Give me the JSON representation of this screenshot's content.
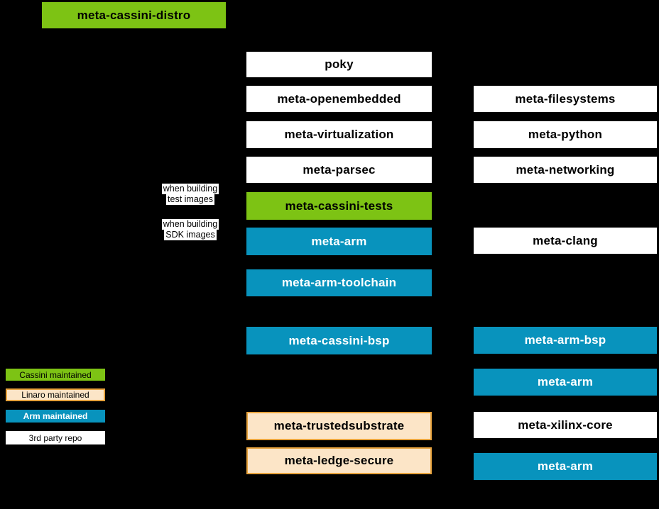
{
  "colors": {
    "background": "#000000",
    "cassini_green": "#7DC314",
    "arm_blue": "#0893BD",
    "linaro_fill": "#FCE5C7",
    "linaro_border": "#E8A33D",
    "box_white": "#FFFFFF"
  },
  "diagram": {
    "root": {
      "label": "meta-cassini-distro",
      "maintainer": "cassini"
    },
    "middle_column": [
      {
        "label": "poky",
        "maintainer": "3rd-party"
      },
      {
        "label": "meta-openembedded",
        "maintainer": "3rd-party"
      },
      {
        "label": "meta-virtualization",
        "maintainer": "3rd-party"
      },
      {
        "label": "meta-parsec",
        "maintainer": "3rd-party"
      },
      {
        "label": "meta-cassini-tests",
        "maintainer": "cassini"
      },
      {
        "label": "meta-arm",
        "maintainer": "arm"
      },
      {
        "label": "meta-arm-toolchain",
        "maintainer": "arm"
      },
      {
        "label": "meta-cassini-bsp",
        "maintainer": "arm"
      },
      {
        "label": "meta-trustedsubstrate",
        "maintainer": "linaro"
      },
      {
        "label": "meta-ledge-secure",
        "maintainer": "linaro"
      }
    ],
    "right_column": [
      {
        "label": "meta-filesystems",
        "maintainer": "3rd-party"
      },
      {
        "label": "meta-python",
        "maintainer": "3rd-party"
      },
      {
        "label": "meta-networking",
        "maintainer": "3rd-party"
      },
      {
        "label": "meta-clang",
        "maintainer": "3rd-party"
      },
      {
        "label": "meta-arm-bsp",
        "maintainer": "arm"
      },
      {
        "label": "meta-arm",
        "maintainer": "arm"
      },
      {
        "label": "meta-xilinx-core",
        "maintainer": "3rd-party"
      },
      {
        "label": "meta-arm",
        "maintainer": "arm"
      }
    ],
    "annotations": [
      {
        "line1": "when building",
        "line2": "test images"
      },
      {
        "line1": "when building",
        "line2": "SDK images"
      }
    ],
    "legend": [
      {
        "label": "Cassini maintained",
        "type": "cassini"
      },
      {
        "label": "Linaro maintained",
        "type": "linaro"
      },
      {
        "label": "Arm maintained",
        "type": "arm"
      },
      {
        "label": "3rd party repo",
        "type": "3rd-party"
      }
    ]
  }
}
